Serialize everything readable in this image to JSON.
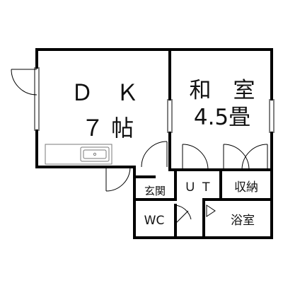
{
  "rooms": {
    "dk": {
      "name": "Ｄ　Ｋ",
      "size": "７ 帖"
    },
    "washitsu": {
      "name": "和　室",
      "size": "4.5畳"
    },
    "genkan": "玄関",
    "ut": "Ｕ Ｔ",
    "shuno": "収納",
    "wc": "WC",
    "yokushitsu": "浴室"
  },
  "colors": {
    "wall": "#000000",
    "fixture": "#7a7a7a",
    "background": "#ffffff"
  }
}
